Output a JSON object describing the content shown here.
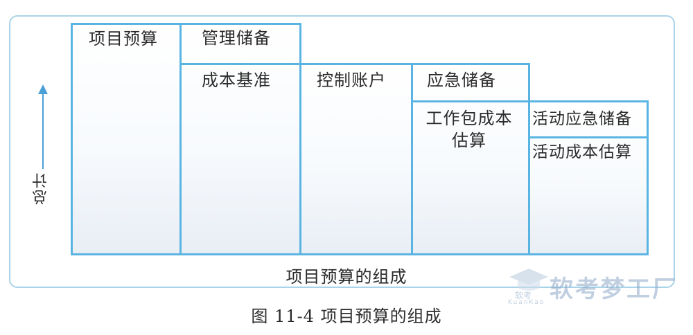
{
  "diagram": {
    "axis_label": "总计",
    "bottom_label": "项目预算的组成",
    "caption": "图 11-4    项目预算的组成",
    "boxes": {
      "project_budget": "项目预算",
      "management_reserve": "管理储备",
      "cost_baseline": "成本基准",
      "control_account": "控制账户",
      "contingency_reserve": "应急储备",
      "work_package_estimate": "工作包成本估算",
      "activity_contingency_reserve": "活动应急储备",
      "activity_cost_estimate": "活动成本估算"
    },
    "colors": {
      "box_border": "#5ab4e2",
      "frame_border": "#a9d3e8",
      "arrow": "#4a9fd6"
    }
  },
  "watermark": {
    "brand": "软考梦工厂",
    "logo_text": "软考",
    "logo_pinyin": "KuanKao"
  }
}
